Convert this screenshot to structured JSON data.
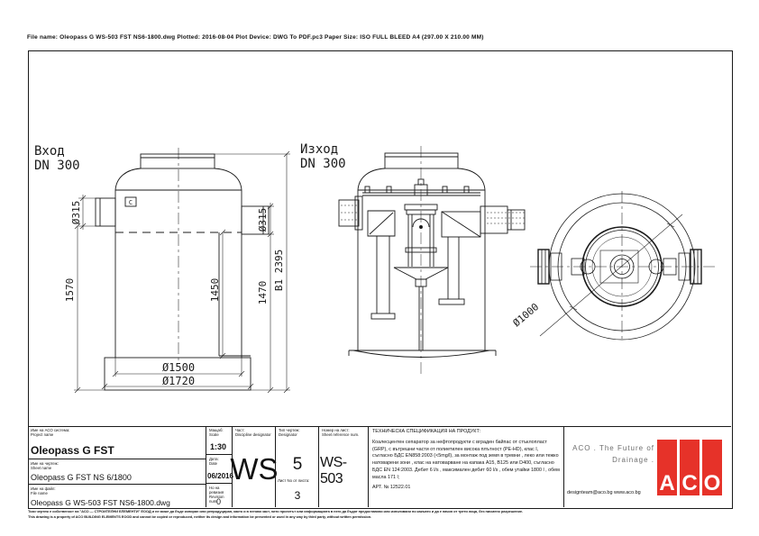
{
  "header": {
    "file_info": "File name: Oleopass G WS-503 FST NS6-1800.dwg   Plotted: 2016-08-04   Plot Device: DWG To PDF.pc3   Paper Size: ISO FULL BLEED A4 (297.00 X 210.00 MM)"
  },
  "views": {
    "front": {
      "inlet_label": "Вход",
      "inlet_dn": "DN 300",
      "marker": "C"
    },
    "section": {
      "outlet_label": "Изход",
      "outlet_dn": "DN 300"
    }
  },
  "dimensions": {
    "d1570": "1570",
    "d1450": "1450",
    "d1470": "1470",
    "b1_total": "B1 2395",
    "inlet_dia": "Ø315",
    "outlet_dia": "Ø315",
    "body_dia": "Ø1500",
    "base_dia": "Ø1720",
    "shaft_dia": "Ø1000"
  },
  "title_block": {
    "project": {
      "label_bg": "Име на АСО система:",
      "label_en": "Project name",
      "value": "Oleopass G FST"
    },
    "sheet": {
      "label_bg": "Име на чертеж:",
      "label_en": "Sheet name",
      "value": "Oleopass G FST NS 6/1800"
    },
    "file": {
      "label_bg": "Име на файл:",
      "label_en": "File name",
      "value": "Oleopass G WS-503 FST NS6-1800.dwg"
    },
    "scale": {
      "label_bg": "Мащаб:",
      "label_en": "Scale",
      "value": "1:30"
    },
    "date": {
      "label_bg": "Дата:",
      "label_en": "Date",
      "value": "06/2016"
    },
    "revision": {
      "label_bg": "Но на ревизия",
      "label_en": "Revision num.",
      "value": "0"
    },
    "discipline": {
      "label_bg": "Част:",
      "label_en": "Discipline designator",
      "value": "WS"
    },
    "designator": {
      "label_bg": "Тип чертеж:",
      "label_en": "Designator",
      "value": "5"
    },
    "sheet_no": {
      "label_bg": "Лист No от листа:",
      "value": "3"
    },
    "sheet_ref": {
      "label_bg": "Номер на лист:",
      "label_en": "Sheet reference num.",
      "value": "WS-503"
    }
  },
  "tech_spec": {
    "title": "ТЕХНИЧЕСКА СПЕЦИФИКАЦИЯ НА ПРОДУКТ:",
    "body": "Коалесцентен сепаратор за нефтопродукти с вграден байпас от стъклопласт (GRP), с вътрешни части от полиетилен висока плътност (PE-HD), клас I, съгласно БДС EN858:2003 (<5mg/l), за монтаж под земя в тревни , леко или тежко натоварени зони , клас на натоварване на капака A15, B125 или D400, съгласно БДС EN 124:2003. Дебит 6 l/s , максимален дебит 60 l/s , обем утайки 1800 l , обем масла 171 l;",
    "art_no": "АРТ. № 12522.01"
  },
  "aco": {
    "slogan_line1": "ACO . The Future of",
    "slogan_line2": "Drainage .",
    "contacts": "designteam@aco.bg  www.aco.bg",
    "logo_letters": [
      "A",
      "C",
      "O"
    ],
    "logo_color": "#e63229"
  },
  "footer": {
    "disclaimer_bg": "Този чертеж е собственост на \"АСО — СТРОИТЕЛНИ ЕЛЕМЕНТИ\" ЕООД и не може да бъде копиран или репродуциран, както и в негова част, нито проектът или информацията в него да бъдат предоставяни или използвани по какъвто и да е начин от трети лица, без писмено разрешение.",
    "disclaimer_en": "This drawing is a property of ACO BUILDING ELEMENTS EOOD and cannot be copied or reproduced, neither its design and information be presented or used in any way by third party, without written permission."
  }
}
